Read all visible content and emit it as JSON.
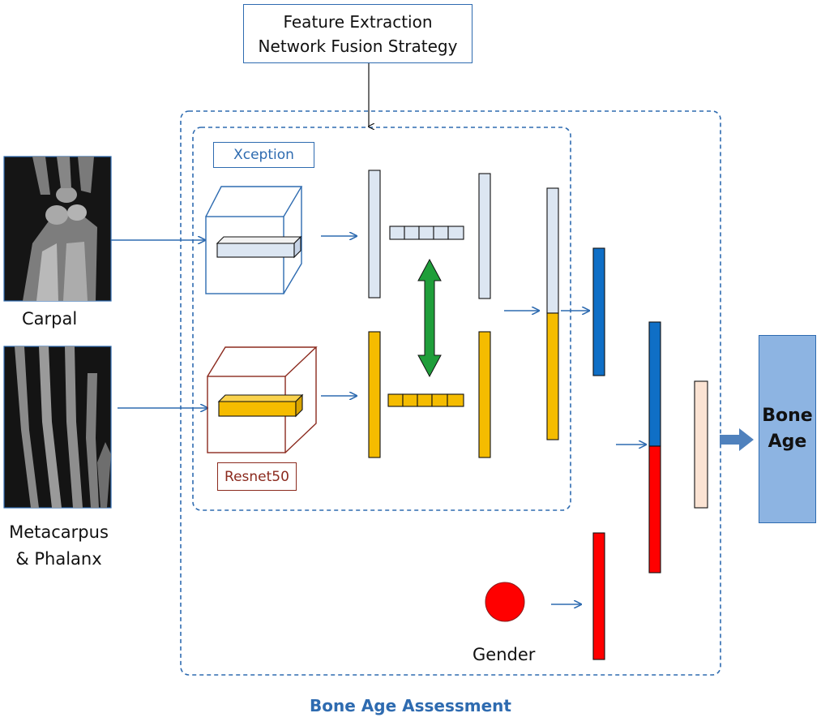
{
  "feature_box": {
    "line1": "Feature Extraction",
    "line2": "Network  Fusion Strategy"
  },
  "inputs": {
    "carpal": "Carpal",
    "metacarpus_line1": "Metacarpus",
    "metacarpus_line2": "& Phalanx"
  },
  "networks": {
    "top": "Xception",
    "bottom": "Resnet50"
  },
  "gender": "Gender",
  "output": {
    "line1": "Bone",
    "line2": "Age"
  },
  "caption": "Bone Age Assessment",
  "colors": {
    "accent_blue": "#2e6bb0",
    "feature_light": "#dce6f2",
    "feature_orange": "#f5bc00",
    "fused_blue": "#0f6fc6",
    "gender_red": "#ff0000",
    "final_peach": "#fbe3d3",
    "output_fill": "#8db4e2",
    "exchange_green": "#1f9e3a",
    "resnet_border": "#8b2a1e"
  }
}
